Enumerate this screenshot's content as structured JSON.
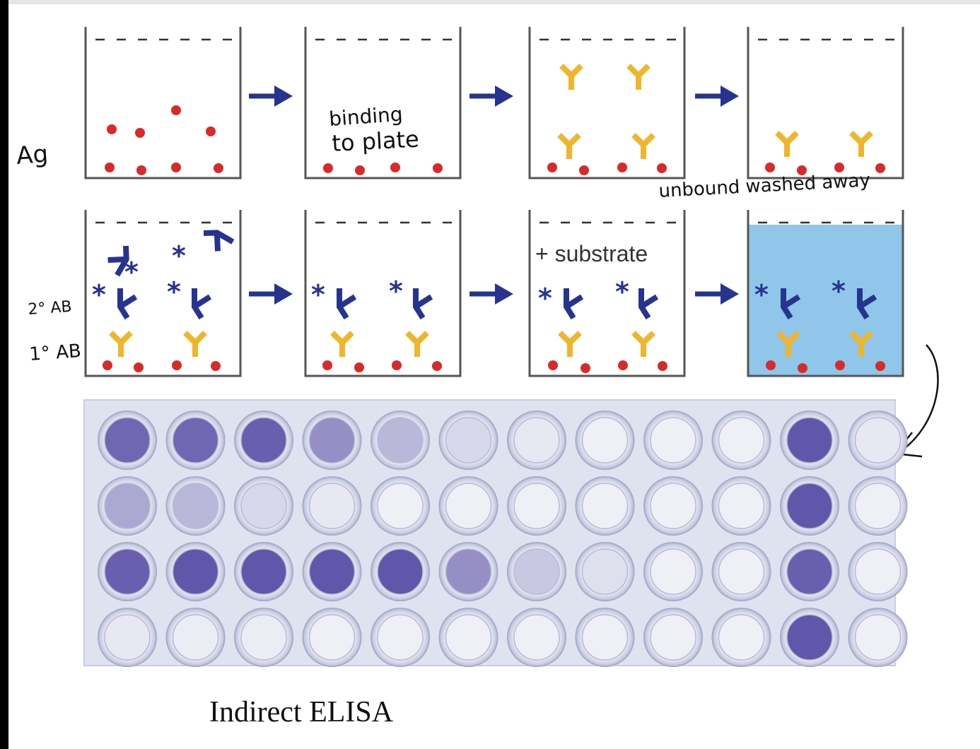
{
  "annotations": {
    "ag": "Ag",
    "binding_line1": "binding",
    "binding_line2": "to plate",
    "unbound": "unbound washed away",
    "secondary_ab": "2° AB",
    "primary_ab": "1° AB"
  },
  "substrate_label": "+ substrate",
  "caption": "Indirect ELISA",
  "colors": {
    "antigen": "#d92a2a",
    "primary_antibody": "#f0b52a",
    "secondary_antibody": "#26348f",
    "arrow": "#26348f",
    "substrate_fill": "#8fc6ea",
    "well_dark": "#5a4fa6",
    "well_empty": "#eef0f6"
  },
  "plate": {
    "rows": 4,
    "cols": 12,
    "intensity": [
      [
        0.85,
        0.85,
        0.9,
        0.6,
        0.35,
        0.15,
        0.05,
        0.0,
        0.0,
        0.0,
        0.95,
        0.05
      ],
      [
        0.45,
        0.35,
        0.15,
        0.05,
        0.0,
        0.0,
        0.0,
        0.0,
        0.0,
        0.0,
        0.95,
        0.0
      ],
      [
        0.9,
        0.95,
        0.95,
        0.95,
        0.95,
        0.6,
        0.25,
        0.1,
        0.0,
        0.0,
        0.9,
        0.0
      ],
      [
        0.05,
        0.02,
        0.02,
        0.0,
        0.0,
        0.0,
        0.0,
        0.0,
        0.0,
        0.0,
        0.95,
        0.0
      ]
    ]
  }
}
